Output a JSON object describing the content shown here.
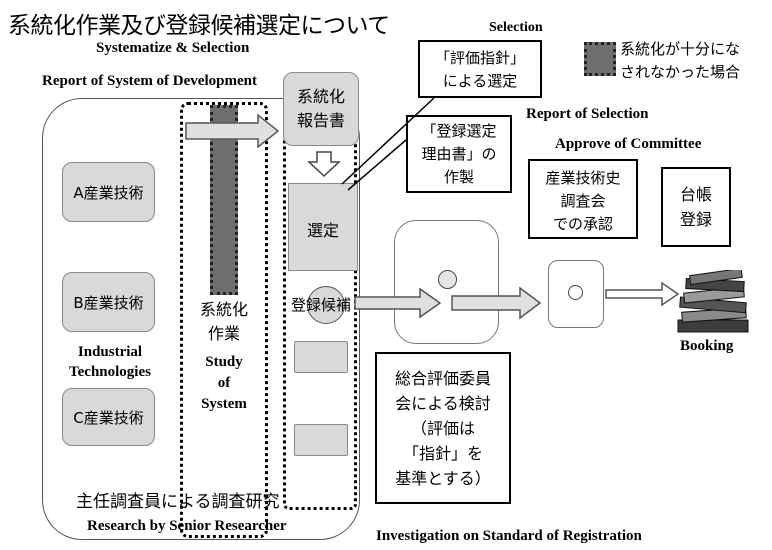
{
  "title_jp": "系統化作業及び登録候補選定について",
  "title_en": "Systematize & Selection",
  "selection_en": "Selection",
  "report_dev_en": "Report of System of Development",
  "criteria_box": "「評価指針」\nによる選定",
  "legend_label": "系統化が十分にな\nされなかった場合",
  "report_box": "系統化\n報告書",
  "report_selection_en": "Report of Selection",
  "reason_box": "「登録選定\n理由書」の\n作製",
  "approve_en": "Approve of Committee",
  "committee_box": "産業技術史\n調査会\nでの承認",
  "registry_box": "台帳\n登録",
  "tech_a": "A産業技術",
  "tech_b": "B産業技術",
  "tech_c": "C産業技術",
  "industrial_en": "Industrial\nTechnologies",
  "systematize_jp": "系統化\n作業",
  "study_en": "Study\nof\nSystem",
  "selection_box": "選定",
  "candidate_label": "登録候補",
  "booking_en": "Booking",
  "review_box": "総合評価委員\n会による検討\n（評価は\n「指針」を\n基準とする）",
  "senior_jp": "主任調査員による調査研究",
  "senior_en": "Research by Senior Researcher",
  "investigation_en": "Investigation on Standard of Registration"
}
